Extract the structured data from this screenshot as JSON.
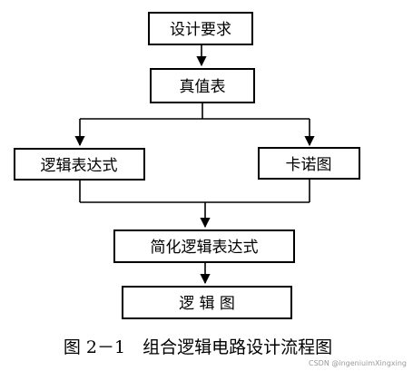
{
  "diagram": {
    "nodes": {
      "design_requirements": "设计要求",
      "truth_table": "真值表",
      "logic_expression": "逻辑表达式",
      "karnaugh_map": "卡诺图",
      "simplified_expression": "简化逻辑表达式",
      "logic_diagram": "逻 辑 图"
    },
    "caption": "图 2－1　组合逻辑电路设计流程图",
    "watermark": "CSDN @ingeniuimXingxing"
  }
}
